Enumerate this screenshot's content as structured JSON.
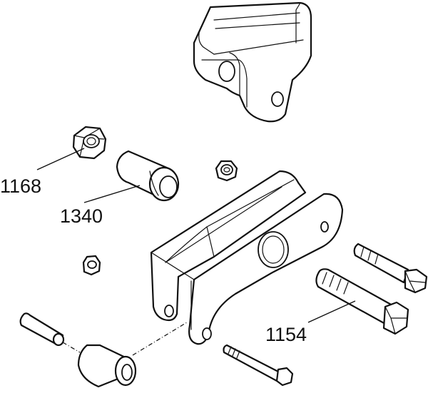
{
  "labels": {
    "nut_large": "1168",
    "bushing": "1340",
    "bolt": "1154"
  }
}
